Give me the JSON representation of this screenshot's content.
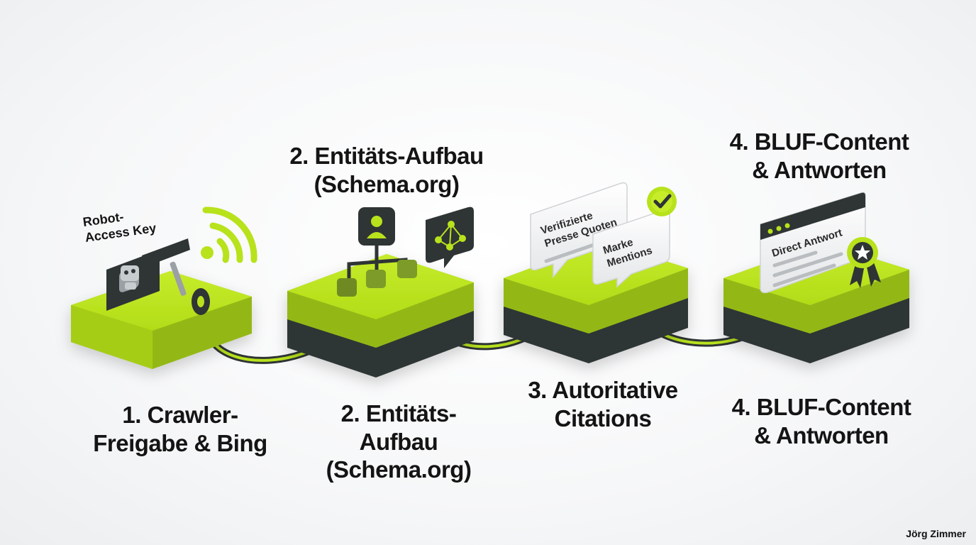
{
  "steps": [
    {
      "top_label": [],
      "bottom_label": [
        "1. Crawler-",
        "Freigabe & Bing"
      ]
    },
    {
      "top_label": [
        "2. Entitäts-Aufbau",
        "(Schema.org)"
      ],
      "bottom_label": [
        "2. Entitäts-",
        "Aufbau",
        "(Schema.org)"
      ]
    },
    {
      "top_label": [],
      "bottom_label": [
        "3. Autoritative",
        "Citations"
      ]
    },
    {
      "top_label": [
        "4. BLUF-Content",
        "& Antworten"
      ],
      "bottom_label": [
        "4. BLUF-Content",
        "& Antworten"
      ]
    }
  ],
  "callouts": {
    "robot_key": [
      "Robot-",
      "Access Key"
    ],
    "bubble_quotes": [
      "Verifizierte",
      "Presse Quoten"
    ],
    "bubble_mentions": [
      "Marke",
      "Mentions"
    ],
    "window_title": "Direct Antwort"
  },
  "colors": {
    "lime": "#b8e21c",
    "lime_dark": "#93b812",
    "charcoal": "#2f3435",
    "charcoal_light": "#454b4d"
  },
  "credit": "Jörg Zimmer"
}
